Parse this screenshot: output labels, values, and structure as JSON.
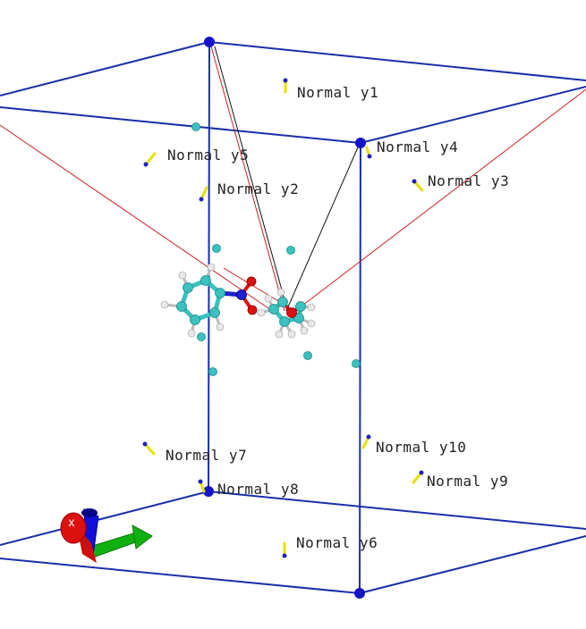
{
  "scene": {
    "colors": {
      "box_edge": "#1a2fa8",
      "vertex": "#1515c8",
      "red_line": "#cc2020",
      "black_line": "#111111",
      "carbon": "#3cc0c0",
      "oxygen": "#dd1010",
      "nitrogen": "#2020d0",
      "hydrogen": "#e8e8e8",
      "probe_stick": "#e8e000",
      "probe_tip": "#2020c0",
      "axis_x": "#dd1010",
      "axis_y": "#10b010",
      "axis_z": "#1010dd"
    },
    "normal_labels": [
      {
        "id": "y1",
        "text": "Normal y1"
      },
      {
        "id": "y2",
        "text": "Normal y2"
      },
      {
        "id": "y3",
        "text": "Normal y3"
      },
      {
        "id": "y4",
        "text": "Normal y4"
      },
      {
        "id": "y5",
        "text": "Normal y5"
      },
      {
        "id": "y6",
        "text": "Normal y6"
      },
      {
        "id": "y7",
        "text": "Normal y7"
      },
      {
        "id": "y8",
        "text": "Normal y8"
      },
      {
        "id": "y9",
        "text": "Normal y9"
      },
      {
        "id": "y10",
        "text": "Normal y10"
      }
    ],
    "axes": {
      "x_label": "x",
      "icon": "axes-orientation-icon"
    }
  }
}
